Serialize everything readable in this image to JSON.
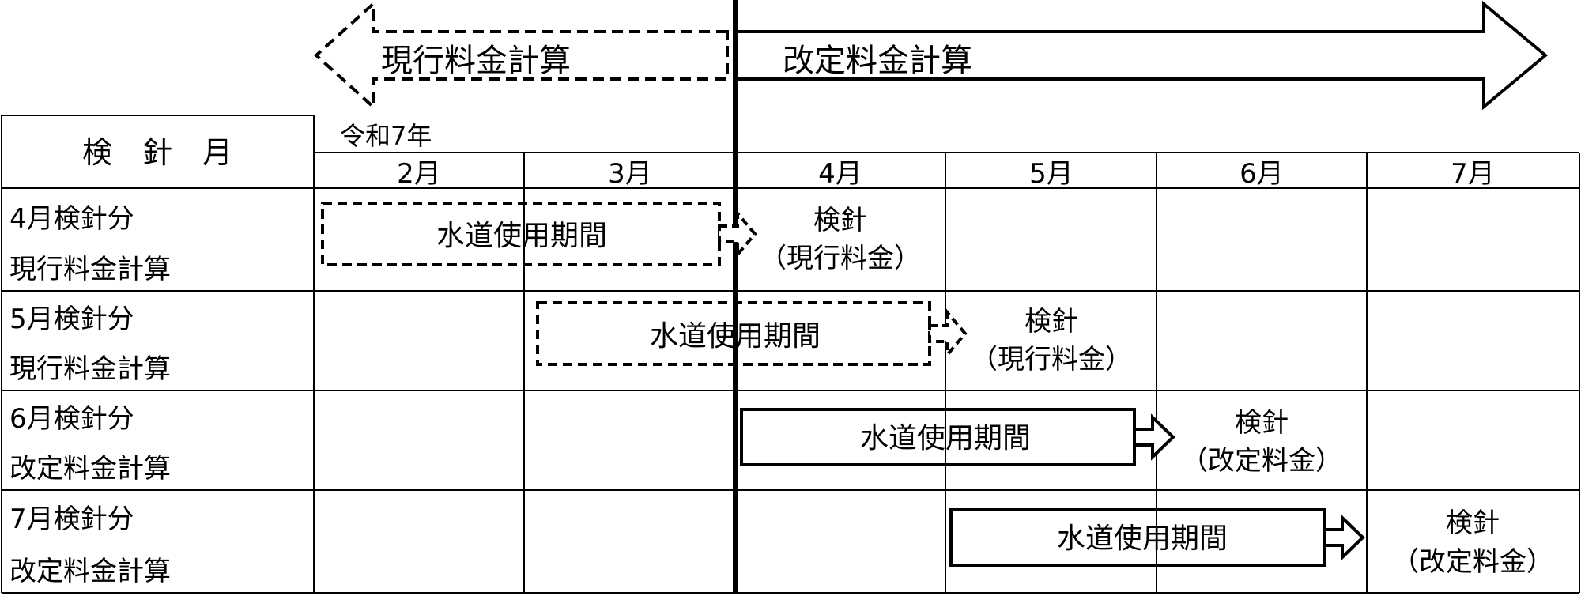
{
  "top_arrows": {
    "current": "現行料金計算",
    "revised": "改定料金計算"
  },
  "era_label": "令和7年",
  "table": {
    "header_label": "検　針　月",
    "months": [
      "2月",
      "3月",
      "4月",
      "5月",
      "6月",
      "7月"
    ],
    "rows": [
      {
        "line1": "4月検針分",
        "line2": "現行料金計算"
      },
      {
        "line1": "5月検針分",
        "line2": "現行料金計算"
      },
      {
        "line1": "6月検針分",
        "line2": "改定料金計算"
      },
      {
        "line1": "7月検針分",
        "line2": "改定料金計算"
      }
    ]
  },
  "usage_label": "水道使用期間",
  "reading": {
    "label": "検針",
    "current_note": "（現行料金）",
    "revised_note": "（改定料金）"
  }
}
